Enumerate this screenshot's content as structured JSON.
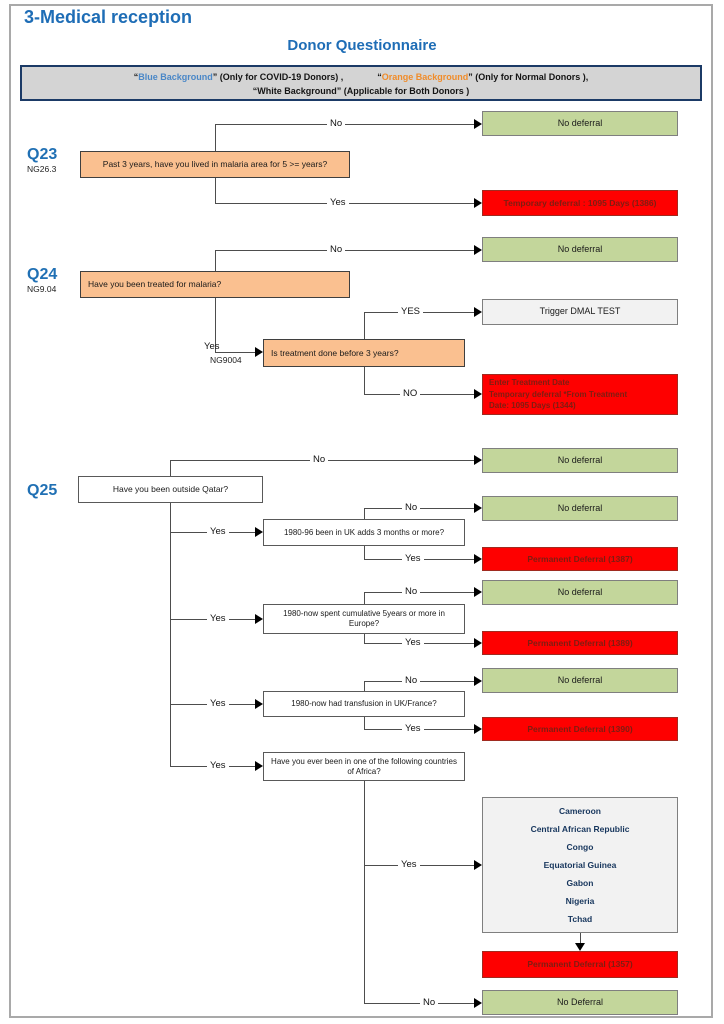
{
  "header": {
    "title": "3-Medical reception",
    "subtitle": "Donor Questionnaire"
  },
  "legend": {
    "q1": "“",
    "blue_label": "Blue Background",
    "mid1": "” (Only for COVID-19 Donors) ,",
    "q2": "“",
    "orange_label": "Orange Background",
    "mid2": "”  (Only for Normal Donors ),",
    "line2": "“White Background” (Applicable for Both Donors )"
  },
  "colors": {
    "title_blue": "#1e6db6",
    "legend_blue": "#4a87c7",
    "legend_orange": "#f08c2a",
    "green_box": "#c3d69b",
    "orange_box": "#fac090",
    "red_box": "#fe0000",
    "gray_box": "#f2f2f2",
    "country_navy": "#17365d"
  },
  "q23": {
    "label": "Q23",
    "code": "NG26.3",
    "question": "Past 3 years, have you lived in malaria area for 5 >= years?",
    "no_label": "No",
    "no_result": "No deferral",
    "yes_label": "Yes",
    "yes_result": "Temporary deferral : 1095 Days (1386)"
  },
  "q24": {
    "label": "Q24",
    "code": "NG9.04",
    "question": "Have you been treated for malaria?",
    "no_label": "No",
    "no_result": "No deferral",
    "yes_label": "Yes",
    "yes_code": "NG9004",
    "sub_question": "Is treatment done before 3 years?",
    "sub_yes_label": "YES",
    "trigger_result": "Trigger DMAL TEST",
    "sub_no_label": "NO",
    "deferral_line1": "Enter Treatment Date",
    "deferral_line2": "Temporary deferral *From Treatment",
    "deferral_line3": "Date: 1095 Days (1344)"
  },
  "q25": {
    "label": "Q25",
    "question": "Have you been outside Qatar?",
    "no_label": "No",
    "no_result": "No deferral",
    "branches": [
      {
        "feed_label": "Yes",
        "question": "1980-96 been in UK  adds 3 months or more?",
        "no_label": "No",
        "no_result": "No deferral",
        "yes_label": "Yes",
        "yes_result": "Permanent Deferral (1387)"
      },
      {
        "feed_label": "Yes",
        "question": "1980-now spent cumulative 5years or more in Europe?",
        "no_label": "No",
        "no_result": "No deferral",
        "yes_label": "Yes",
        "yes_result": "Permanent Deferral (1389)"
      },
      {
        "feed_label": "Yes",
        "question": "1980-now had transfusion in UK/France?",
        "no_label": "No",
        "no_result": "No deferral",
        "yes_label": "Yes",
        "yes_result": "Permanent Deferral (1390)"
      }
    ],
    "africa": {
      "feed_label": "Yes",
      "question": "Have you ever been in one of the following countries of Africa?",
      "countries": [
        "Cameroon",
        "Central African Republic",
        "Congo",
        "Equatorial Guinea",
        "Gabon",
        "Nigeria",
        "Tchad"
      ],
      "yes_label": "Yes",
      "deferral": "Permanent Deferral (1357)",
      "no_label": "No",
      "no_result": "No Deferral"
    }
  }
}
